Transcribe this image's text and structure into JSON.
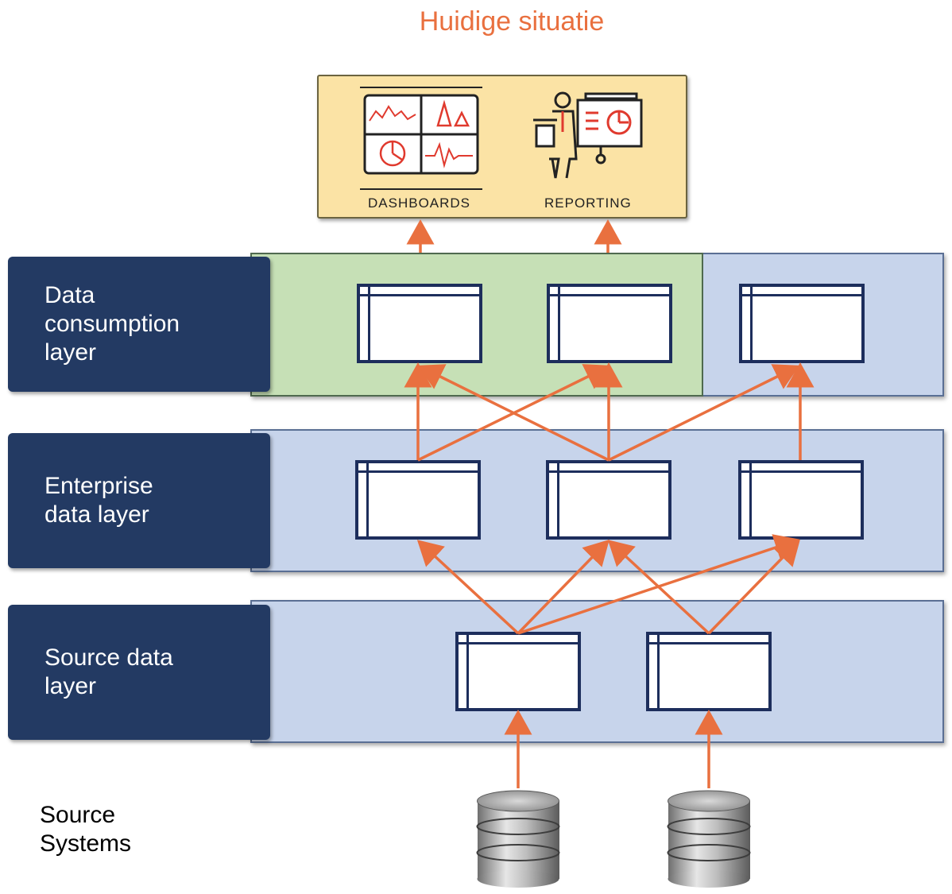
{
  "title": "Huidige situatie",
  "colors": {
    "accent": "#e9703f",
    "layer_label_bg": "#233a63",
    "layer_band_bg": "#c7d4eb",
    "consumption_highlight": "#c6e0b6",
    "outputs_bg": "#fbe3a5"
  },
  "outputs": {
    "dashboards_label": "DASHBOARDS",
    "reporting_label": "REPORTING"
  },
  "layers": {
    "consumption": "Data\nconsumption\nlayer",
    "enterprise": "Enterprise\ndata layer",
    "source": "Source data\nlayer"
  },
  "source_systems_label": "Source\nSystems"
}
